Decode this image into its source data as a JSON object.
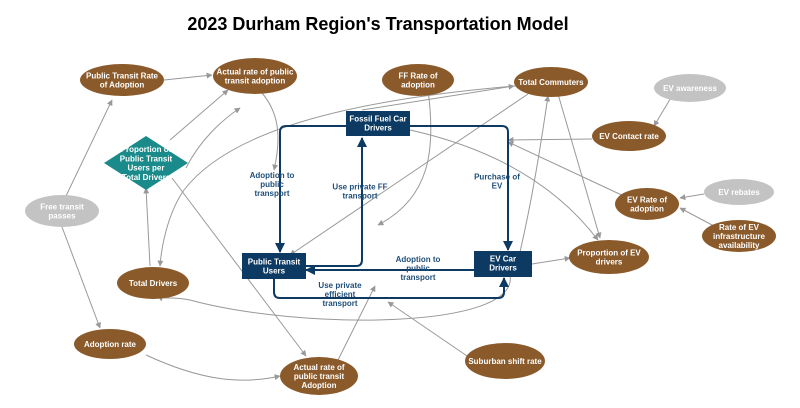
{
  "title": "2023 Durham Region's Transportation Model",
  "colors": {
    "brown": "#8b5a2b",
    "grey": "#c3c3c3",
    "teal": "#1b8a8a",
    "navy": "#0d3a63",
    "flow": "#0d3a63",
    "link": "#999999",
    "flow_label": "#1f4e79"
  },
  "stocks": {
    "fossil_fuel_car_drivers": [
      "Fossil Fuel Car",
      "Drivers"
    ],
    "public_transit_users": [
      "Public Transit",
      "Users"
    ],
    "ev_car_drivers": [
      "EV Car",
      "Drivers"
    ]
  },
  "variables": {
    "public_transit_rate_of_adoption": [
      "Public Transit Rate",
      "of Adoption"
    ],
    "actual_rate_public_transit_adoption_top": [
      "Actual rate of public",
      "transit adoption"
    ],
    "ff_rate_of_adoption": [
      "FF Rate of",
      "adoption"
    ],
    "total_commuters": [
      "Total Commuters"
    ],
    "ev_awareness": [
      "EV awareness"
    ],
    "ev_contact_rate": [
      "EV Contact rate"
    ],
    "proportion_public_transit": [
      "Proportion of",
      "Public Transit",
      "Users per",
      "Total Drivers"
    ],
    "free_transit_passes": [
      "Free transit",
      "passes"
    ],
    "ev_rate_of_adoption": [
      "EV Rate of",
      "adoption"
    ],
    "ev_rebates": [
      "EV rebates"
    ],
    "rate_ev_infrastructure": [
      "Rate of EV",
      "infrastructure",
      "availability"
    ],
    "proportion_ev_drivers": [
      "Proportion of EV",
      "drivers"
    ],
    "total_drivers": [
      "Total Drivers"
    ],
    "adoption_rate": [
      "Adoption rate"
    ],
    "actual_rate_public_transit_adoption_bottom": [
      "Actual rate of",
      "public transit",
      "Adoption"
    ],
    "suburban_shift_rate": [
      "Suburban shift rate"
    ]
  },
  "flows": {
    "adoption_to_public_transport_left": [
      "Adoption to",
      "public",
      "transport"
    ],
    "use_private_ff_transport": [
      "Use private FF",
      "transport"
    ],
    "purchase_of_ev": [
      "Purchase of",
      "EV"
    ],
    "adoption_to_public_transport_right": [
      "Adoption to",
      "public",
      "transport"
    ],
    "use_private_efficient_transport": [
      "Use private",
      "efficient",
      "transport"
    ]
  }
}
